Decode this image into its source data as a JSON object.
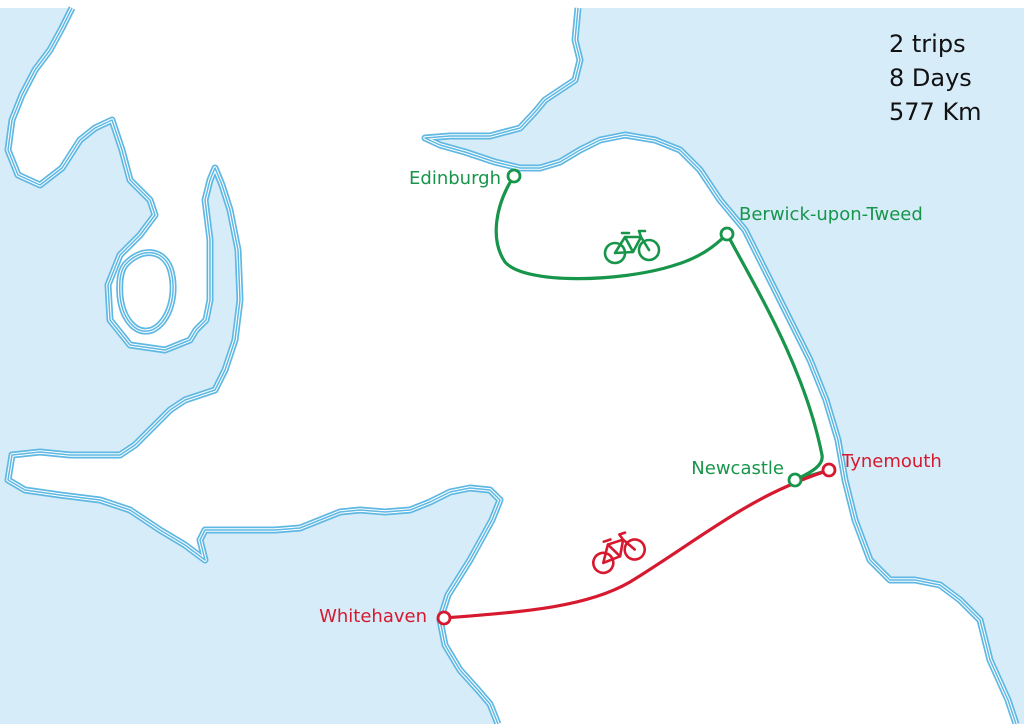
{
  "stats": {
    "trips": "2 trips",
    "days": "8 Days",
    "distance": "577 Km"
  },
  "colors": {
    "water": "#d6ecf9",
    "coastline": "#5fb8e3",
    "trip_north": "#17954a",
    "trip_south": "#d7192f"
  },
  "places": {
    "edinburgh": "Edinburgh",
    "berwick": "Berwick-upon-Tweed",
    "newcastle": "Newcastle",
    "tynemouth": "Tynemouth",
    "whitehaven": "Whitehaven"
  },
  "icons": {
    "trip_north": "bicycle-icon",
    "trip_south": "bicycle-icon"
  }
}
